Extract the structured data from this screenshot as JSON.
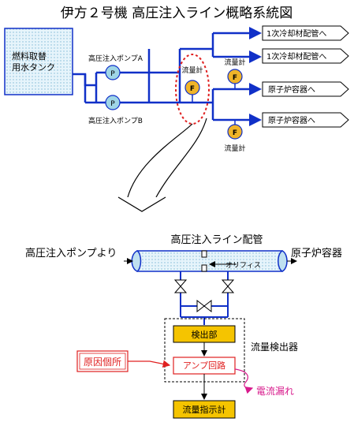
{
  "title": "伊方２号機 高圧注入ライン概略系統図",
  "upper": {
    "tank_line1": "燃料取替",
    "tank_line2": "用水タンク",
    "pump_a": "高圧注入ポンプA",
    "pump_b": "高圧注入ポンプB",
    "pump_symbol": "P",
    "flowmeter_symbol": "F",
    "flowmeter_label": "流量計",
    "dest_primary_1": "1次冷却材配管へ",
    "dest_primary_2": "1次冷却材配管へ",
    "dest_reactor_1": "原子炉容器へ",
    "dest_reactor_2": "原子炉容器へ"
  },
  "lower": {
    "pipe_title": "高圧注入ライン配管",
    "from_label": "高圧注入ポンプより",
    "to_label": "原子炉容器",
    "orifice_label": "オリフィス",
    "detector": "検出部",
    "amp": "アンプ回路",
    "flow_detector": "流量検出器",
    "cause": "原因個所",
    "leak": "電流漏れ",
    "indicator": "流量指示計"
  },
  "colors": {
    "pipe": "#1030c8",
    "tank_fill": "#cfe8f5",
    "pump_fill": "#9fd6e6",
    "flowmeter_fill": "#f0b429",
    "box_fill": "#f5c400",
    "alert": "#e02020",
    "leak": "#d81b8c"
  }
}
